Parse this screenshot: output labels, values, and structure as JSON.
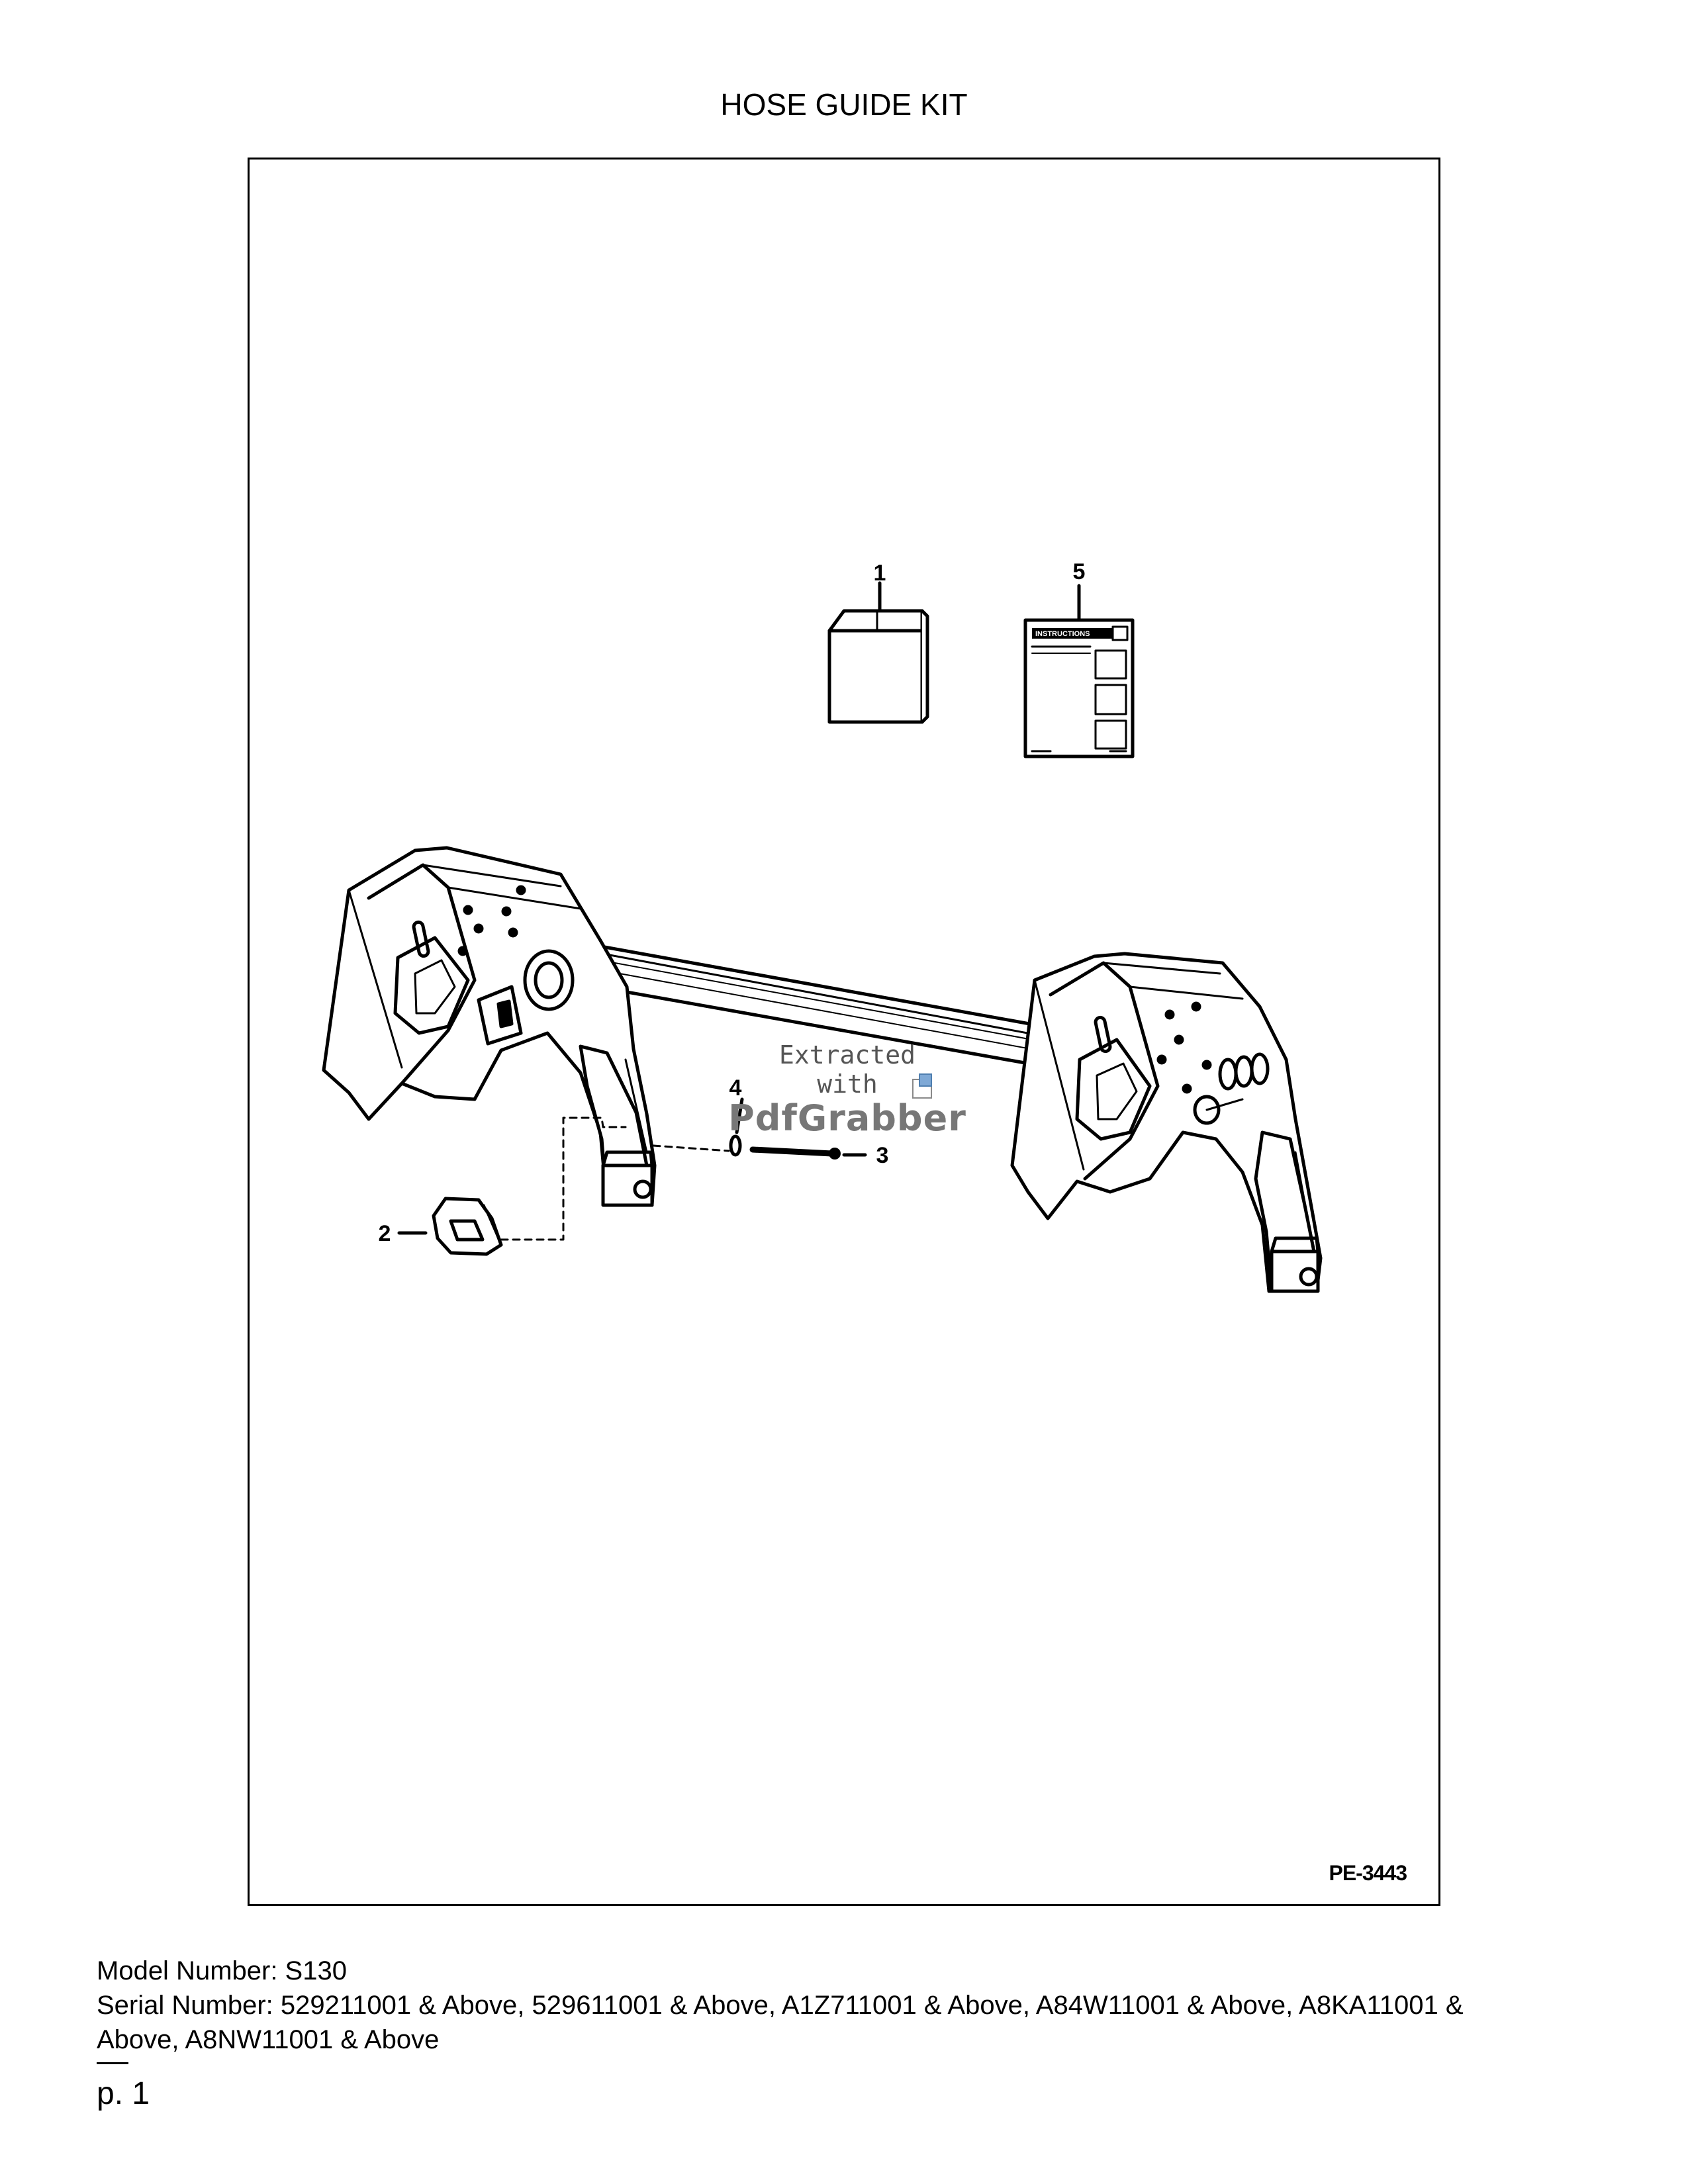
{
  "document": {
    "title": "HOSE GUIDE KIT",
    "figure_id": "PE-3443",
    "callouts": [
      "1",
      "2",
      "3",
      "4",
      "5"
    ],
    "instruction_sheet_label": "INSTRUCTIONS"
  },
  "watermark": {
    "line1": "Extracted",
    "line2": "with",
    "brand": "PdfGrabber"
  },
  "footer": {
    "model": "Model Number: S130",
    "serial_line1": "Serial Number: 529211001 & Above, 529611001 & Above, A1Z711001 & Above, A84W11001 & Above, A8KA11001 &",
    "serial_line2": "Above, A8NW11001 & Above",
    "page": "p. 1"
  }
}
